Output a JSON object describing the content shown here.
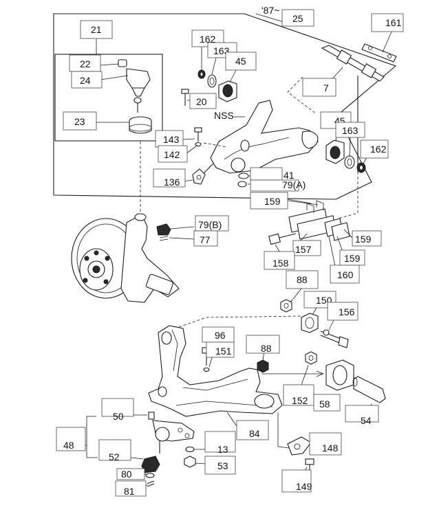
{
  "header": {
    "year_note": "'87~"
  },
  "labels": {
    "nss": "NSS",
    "p7": "7",
    "p13": "13",
    "p20": "20",
    "p21": "21",
    "p22": "22",
    "p23": "23",
    "p24": "24",
    "p25": "25",
    "p41": "41",
    "p45a": "45",
    "p45b": "45",
    "p48": "48",
    "p50": "50",
    "p52": "52",
    "p53": "53",
    "p54": "54",
    "p58": "58",
    "p77": "77",
    "p79a": "79(A)",
    "p79b": "79(B)",
    "p80": "80",
    "p81": "81",
    "p84": "84",
    "p88a": "88",
    "p88b": "88",
    "p96": "96",
    "p136": "136",
    "p142": "142",
    "p143": "143",
    "p148": "148",
    "p149": "149",
    "p150": "150",
    "p151": "151",
    "p152": "152",
    "p156": "156",
    "p157": "157",
    "p158": "158",
    "p159a": "159",
    "p159b": "159",
    "p159c": "159",
    "p160": "160",
    "p161": "161",
    "p162a": "162",
    "p162b": "162",
    "p163a": "163",
    "p163b": "163"
  }
}
